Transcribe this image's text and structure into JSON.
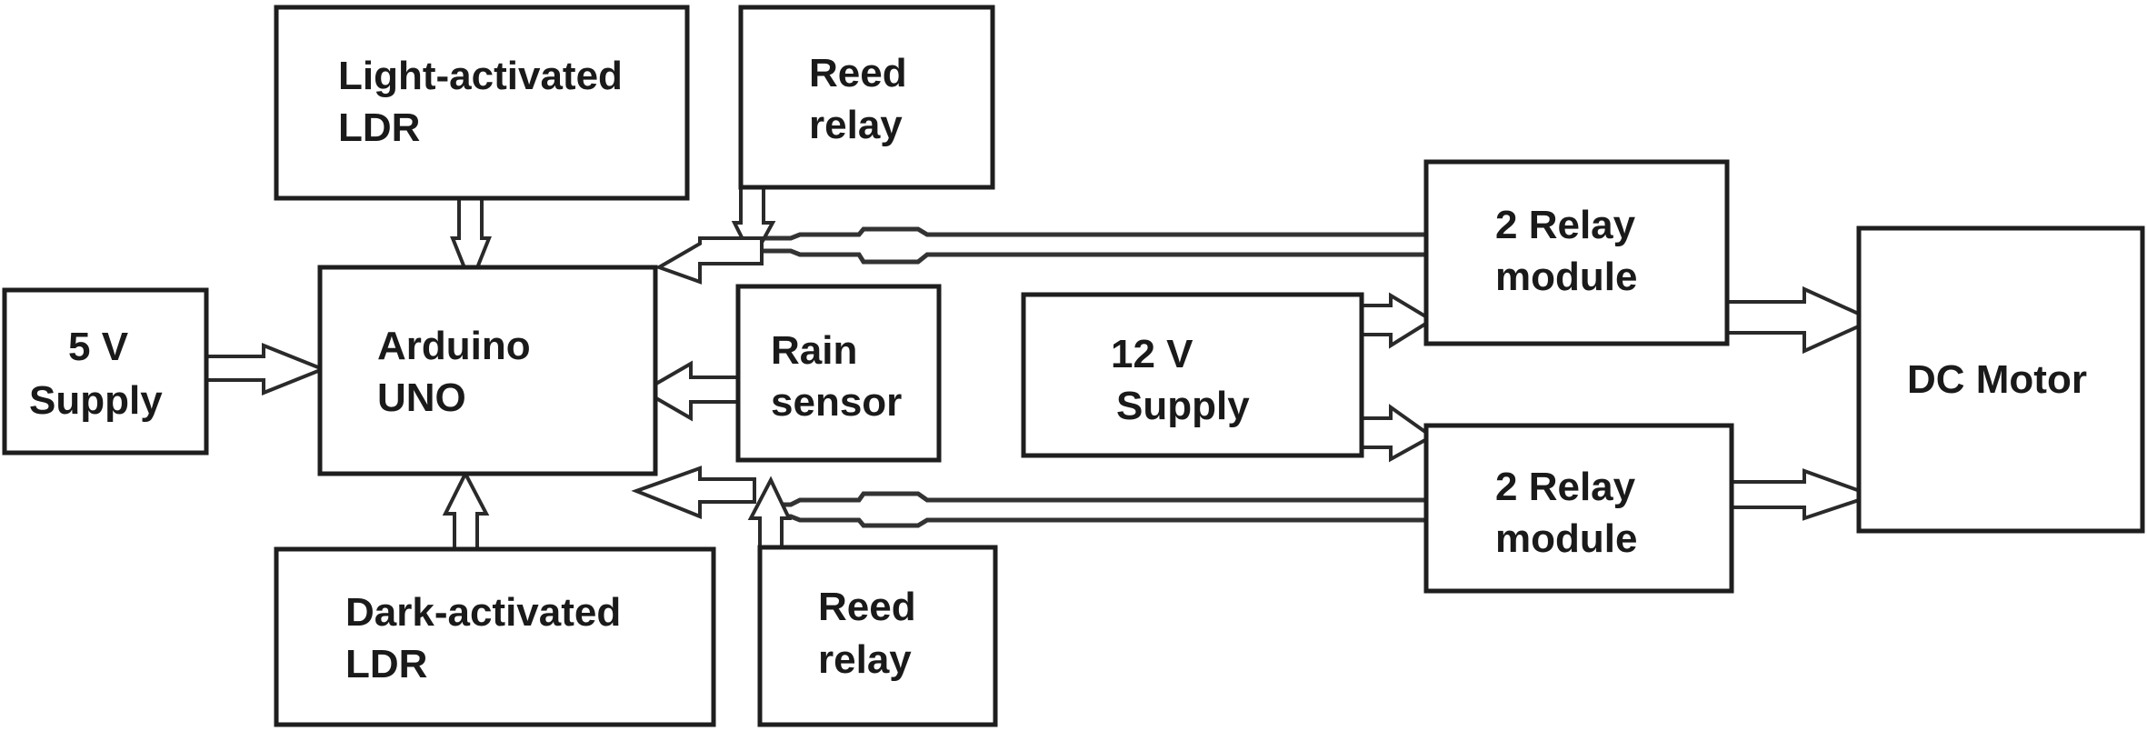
{
  "title": "Block diagram: Arduino-based automatic window/shade controller",
  "blocks": {
    "light_ldr": [
      "Light-activated",
      "LDR"
    ],
    "reed_relay_top": [
      "Reed",
      "relay"
    ],
    "supply_5v": [
      "5 V",
      "Supply"
    ],
    "arduino": [
      "Arduino",
      "UNO"
    ],
    "rain_sensor": [
      "Rain",
      "sensor"
    ],
    "supply_12v": [
      "12 V",
      "Supply"
    ],
    "relay_module_1": [
      "2 Relay",
      "module"
    ],
    "relay_module_2": [
      "2 Relay",
      "module"
    ],
    "dc_motor": [
      "DC Motor"
    ],
    "dark_ldr": [
      "Dark-activated",
      "LDR"
    ],
    "reed_relay_bottom": [
      "Reed",
      "relay"
    ]
  },
  "connections": [
    {
      "from": "Light-activated LDR",
      "to": "Arduino UNO"
    },
    {
      "from": "Reed relay (top)",
      "to": "Arduino UNO"
    },
    {
      "from": "2 Relay module (top)",
      "to": "Arduino UNO"
    },
    {
      "from": "5 V Supply",
      "to": "Arduino UNO"
    },
    {
      "from": "Rain sensor",
      "to": "Arduino UNO"
    },
    {
      "from": "Dark-activated LDR",
      "to": "Arduino UNO"
    },
    {
      "from": "Reed relay (bottom)",
      "to": "Arduino UNO"
    },
    {
      "from": "2 Relay module (bottom)",
      "to": "Arduino UNO"
    },
    {
      "from": "12 V Supply",
      "to": "2 Relay module (top)"
    },
    {
      "from": "12 V Supply",
      "to": "2 Relay module (bottom)"
    },
    {
      "from": "2 Relay module (top)",
      "to": "DC Motor"
    },
    {
      "from": "2 Relay module (bottom)",
      "to": "DC Motor"
    }
  ]
}
